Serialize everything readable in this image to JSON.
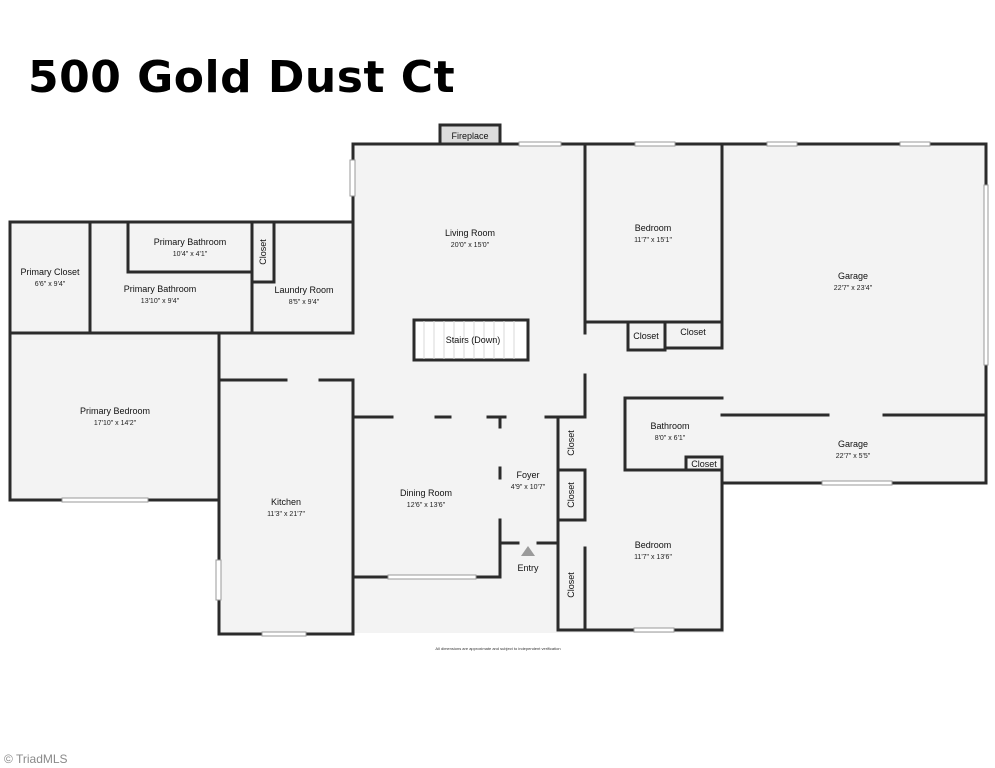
{
  "title": "500 Gold Dust Ct",
  "disclaimer": "All dimensions are approximate and subject to independent verification",
  "watermark": "TriadMLS",
  "labels": {
    "fireplace": "Fireplace",
    "stairs": "Stairs (Down)",
    "entry": "Entry",
    "closet": "Closet"
  },
  "rooms": {
    "living_room": {
      "name": "Living Room",
      "dim": "20'0\" x 15'0\""
    },
    "bedroom_top": {
      "name": "Bedroom",
      "dim": "11'7\" x 15'1\""
    },
    "garage_main": {
      "name": "Garage",
      "dim": "22'7\" x 23'4\""
    },
    "garage_small": {
      "name": "Garage",
      "dim": "22'7\" x 5'5\""
    },
    "primary_closet": {
      "name": "Primary Closet",
      "dim": "6'6\" x 9'4\""
    },
    "primary_bath_small": {
      "name": "Primary Bathroom",
      "dim": "10'4\" x 4'1\""
    },
    "primary_bath": {
      "name": "Primary Bathroom",
      "dim": "13'10\" x 9'4\""
    },
    "laundry": {
      "name": "Laundry Room",
      "dim": "8'5\" x 9'4\""
    },
    "primary_bedroom": {
      "name": "Primary Bedroom",
      "dim": "17'10\" x 14'2\""
    },
    "kitchen": {
      "name": "Kitchen",
      "dim": "11'3\" x 21'7\""
    },
    "dining": {
      "name": "Dining Room",
      "dim": "12'6\" x 13'6\""
    },
    "foyer": {
      "name": "Foyer",
      "dim": "4'9\" x 10'7\""
    },
    "bathroom": {
      "name": "Bathroom",
      "dim": "8'0\" x 6'1\""
    },
    "bedroom_bottom": {
      "name": "Bedroom",
      "dim": "11'7\" x 13'6\""
    }
  }
}
